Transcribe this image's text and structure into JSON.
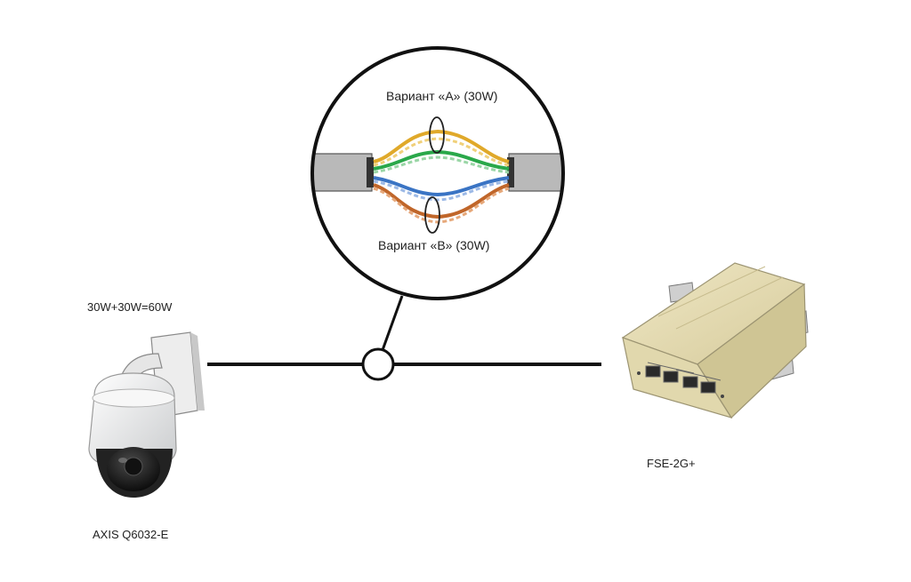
{
  "labels": {
    "option_a": "Вариант «А» (30W)",
    "option_b": "Вариант «В» (30W)",
    "power_total": "30W+30W=60W",
    "camera_model": "AXIS Q6032-E",
    "switch_model": "FSE-2G+"
  },
  "colors": {
    "line": "#111111",
    "wire_orange_pair": "#e0a92a",
    "wire_green_pair": "#2aa84a",
    "wire_blue_pair": "#3a74c4",
    "wire_brown_pair": "#c0662a",
    "cable_jacket": "#b9b9b9",
    "switch_body": "#ddd3a8"
  },
  "icons": {
    "camera": "ptz-dome-camera-icon",
    "switch": "poe-switch-icon"
  }
}
